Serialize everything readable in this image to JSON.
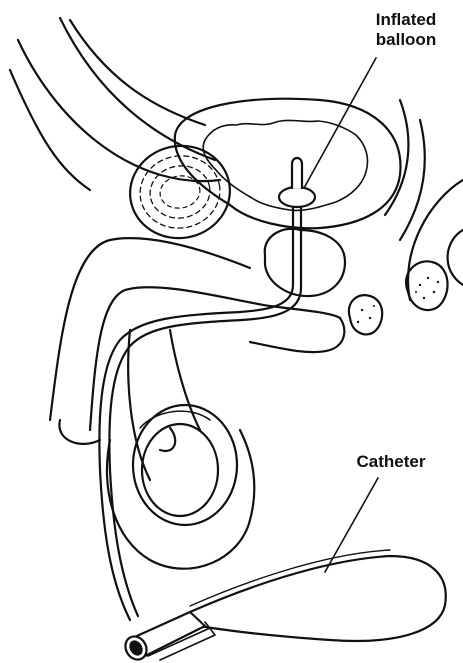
{
  "labels": {
    "balloon_line1": "Inflated",
    "balloon_line2": "balloon",
    "catheter": "Catheter"
  },
  "colors": {
    "ink": "#111111",
    "background": "#ffffff"
  }
}
